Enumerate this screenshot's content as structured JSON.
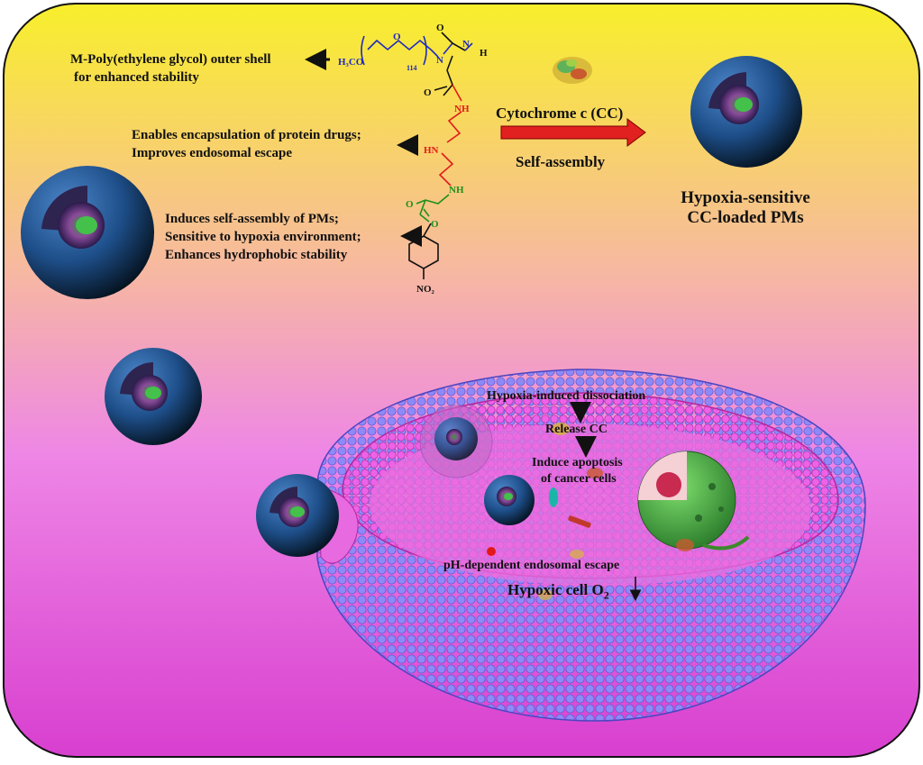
{
  "annotations": {
    "peg_shell": [
      "M-Poly(ethylene glycol) outer shell",
      "for enhanced stability"
    ],
    "protein": [
      "Enables encapsulation of protein drugs;",
      "Improves endosomal escape"
    ],
    "self_assembly": [
      "Induces self-assembly of PMs;",
      "Sensitive to hypoxia environment;",
      "Enhances hydrophobic stability"
    ]
  },
  "process": {
    "reagent": "Cytochrome c (CC)",
    "step": "Self-assembly",
    "product": [
      "Hypoxia-sensitive",
      "CC-loaded PMs"
    ]
  },
  "cell": {
    "step1": "Hypoxia-induced dissociation",
    "step2": "Release CC",
    "step3": [
      "Induce apoptosis",
      "of cancer cells"
    ],
    "escape": "pH-dependent endosomal escape",
    "hypoxic": "Hypoxic cell O",
    "hypoxic_sub": "2"
  },
  "structure": {
    "methoxy": "H₃CO",
    "repeat": "114",
    "n1": "N",
    "h": "H",
    "o": "O",
    "nh": "NH",
    "hn": "HN",
    "no2": "NO₂"
  },
  "colors": {
    "bg_top": "#f7ef2c",
    "bg_bottom": "#d63cd0",
    "peg": "#1f2bbf",
    "amine": "#e21b1b",
    "carbamate": "#1d8f1d",
    "arrow": "#e12020",
    "membrane_outer": "#7e78f0",
    "membrane_inner": "#e24ede"
  }
}
